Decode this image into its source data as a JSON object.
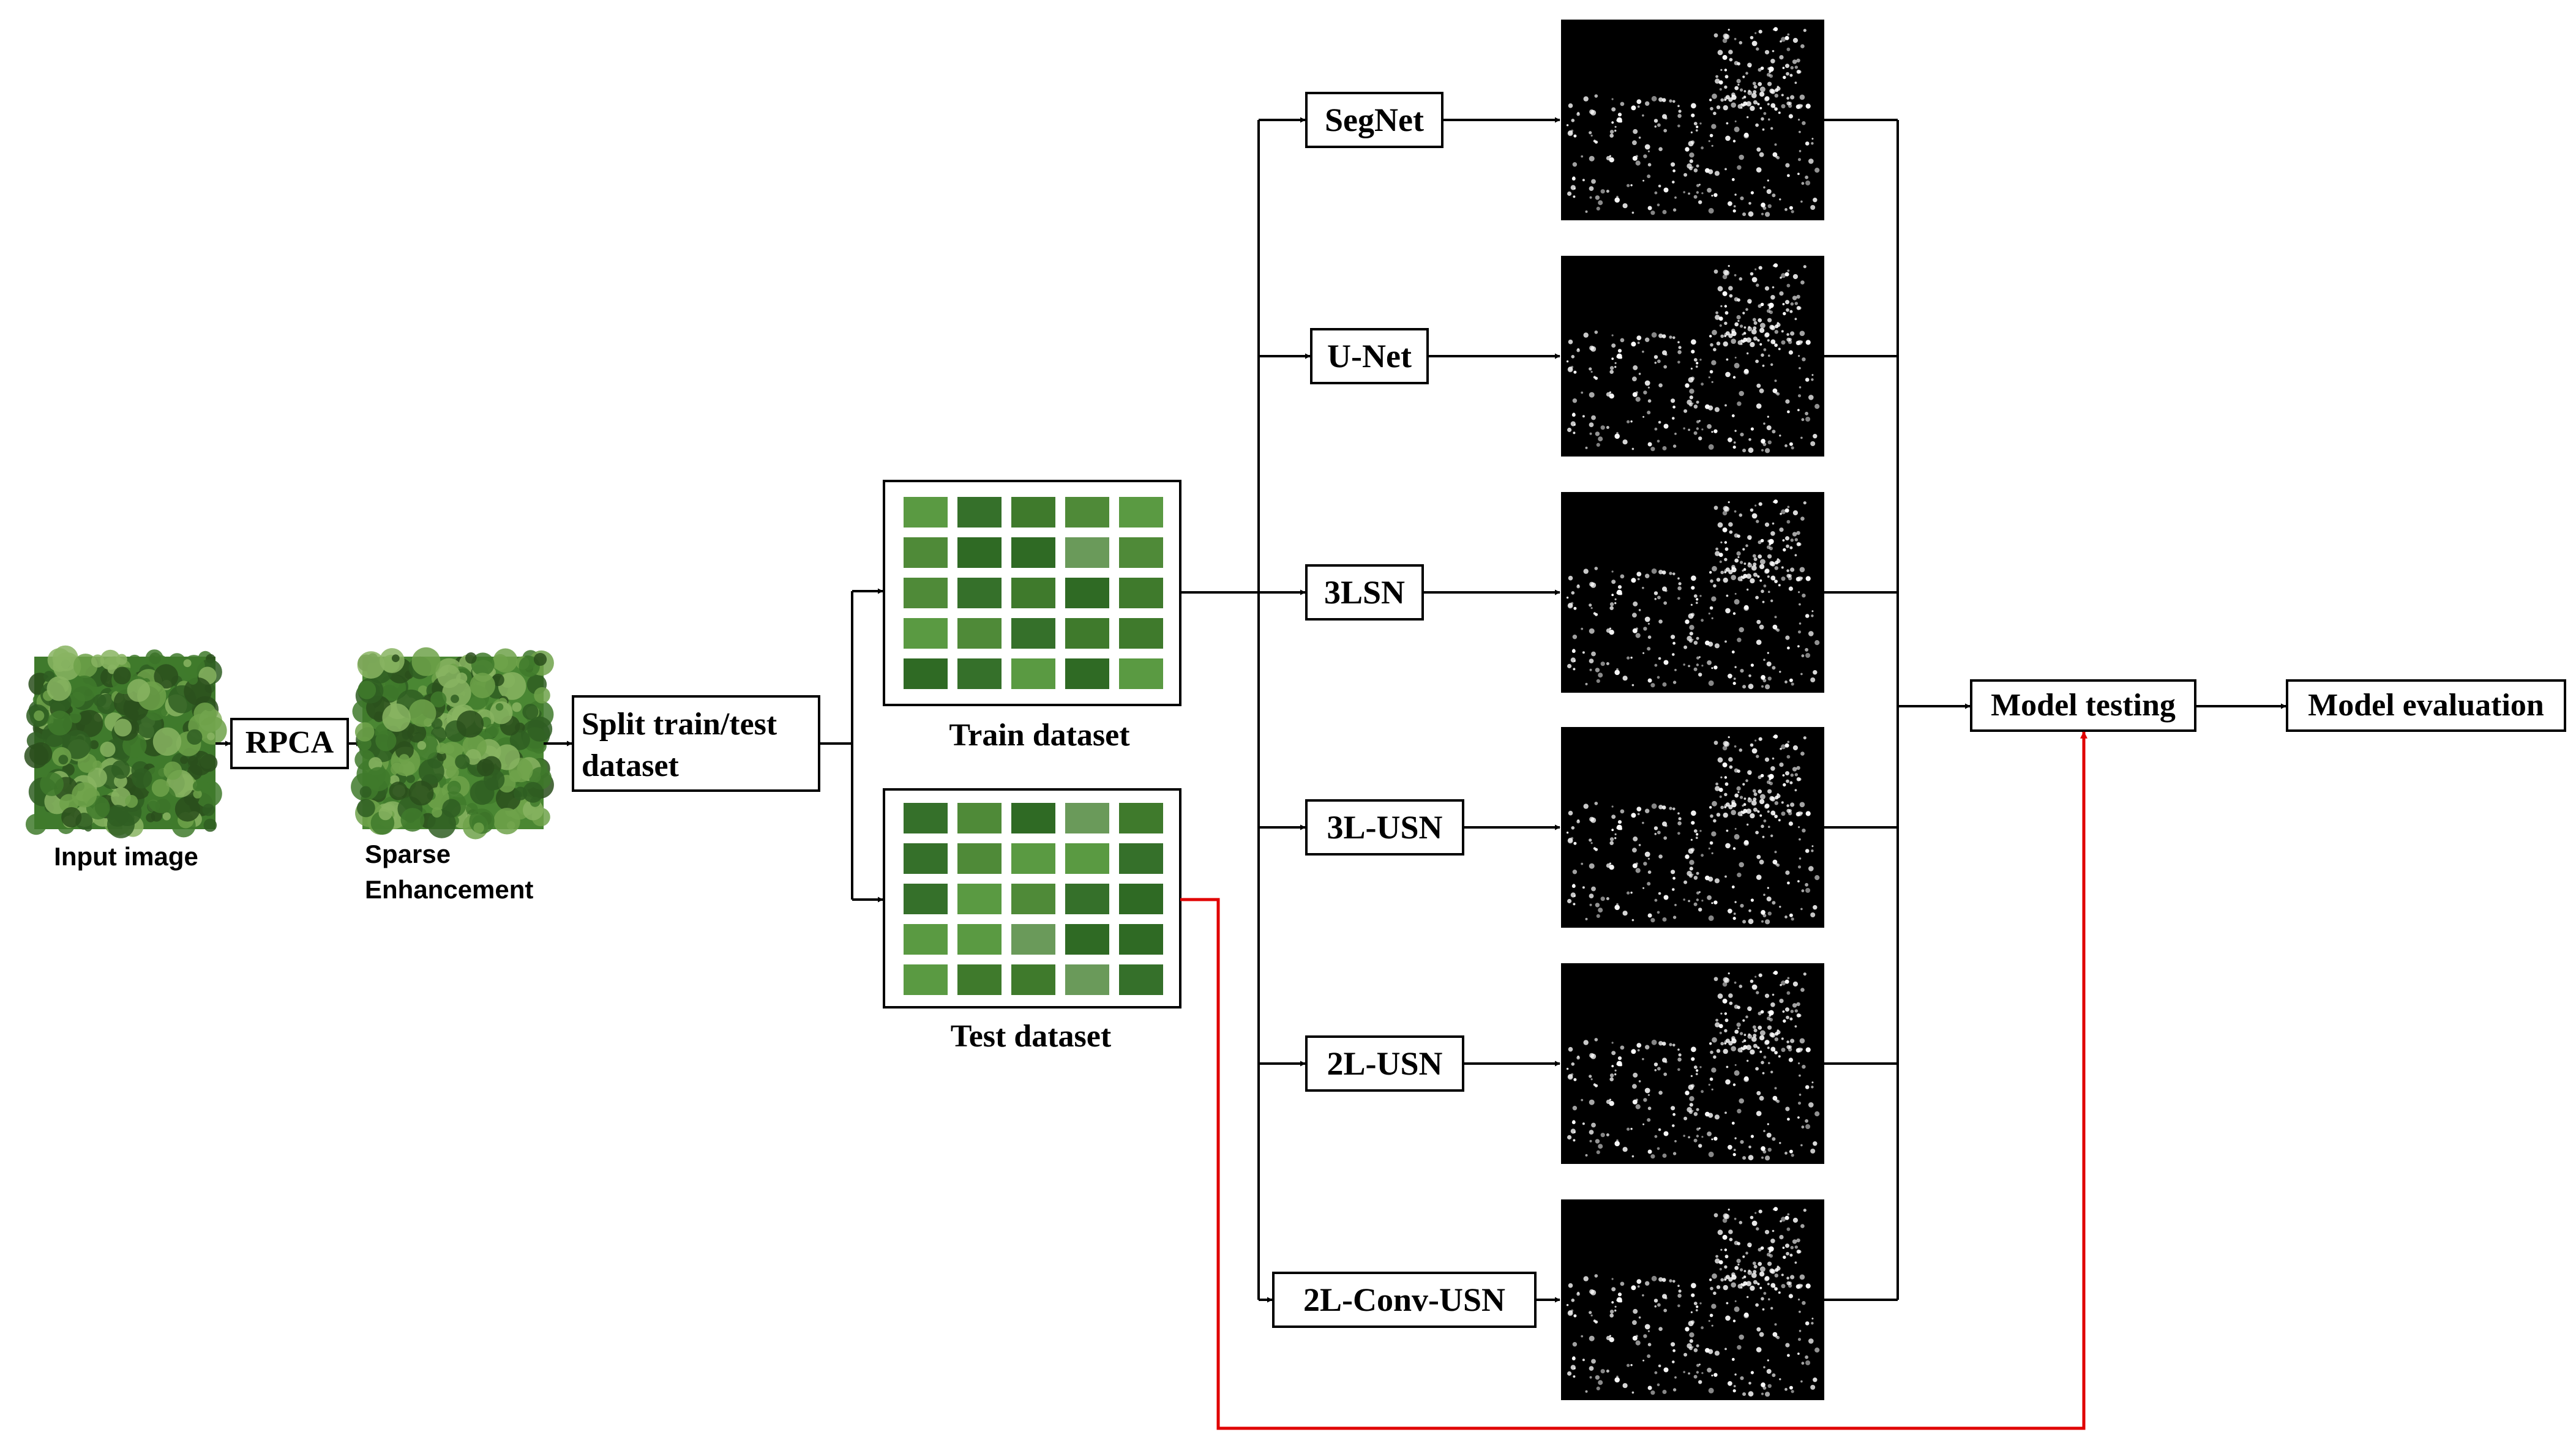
{
  "input": {
    "caption": "Input image"
  },
  "rpca": {
    "label": "RPCA"
  },
  "sparse": {
    "caption_line1": "Sparse",
    "caption_line2": "Enhancement"
  },
  "split": {
    "label_line1": "Split train/test",
    "label_line2": "dataset"
  },
  "train": {
    "caption": "Train dataset"
  },
  "test": {
    "caption": "Test dataset"
  },
  "models": [
    {
      "label": "SegNet"
    },
    {
      "label": "U-Net"
    },
    {
      "label": "3LSN"
    },
    {
      "label": "3L-USN"
    },
    {
      "label": "2L-USN"
    },
    {
      "label": "2L-Conv-USN"
    }
  ],
  "testing": {
    "label": "Model testing"
  },
  "evaluation": {
    "label": "Model evaluation"
  },
  "colors": {
    "line": "#000000",
    "test_link": "#e00000",
    "forest_dark": "#2f5e22",
    "forest_mid": "#3f7a2c",
    "forest_light": "#6fa24a",
    "seg_bg": "#000000",
    "seg_dot": "#ffffff"
  }
}
